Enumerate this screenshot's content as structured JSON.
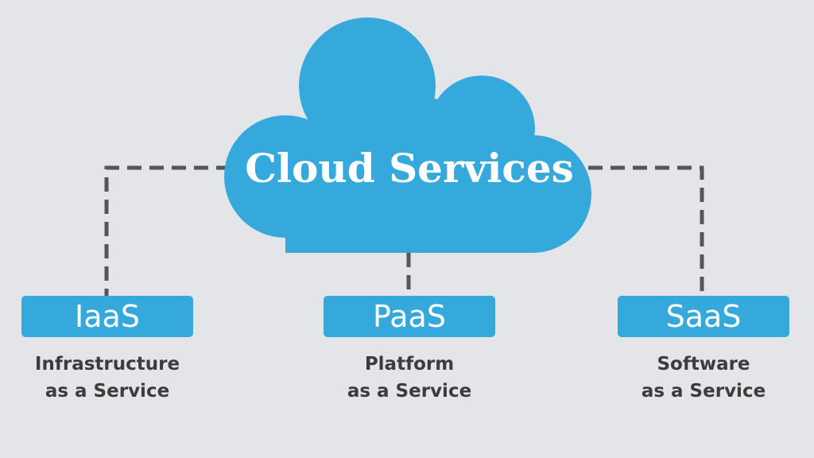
{
  "diagram": {
    "title": "Cloud Services",
    "colors": {
      "background": "#e4e5e9",
      "cloud": "#36a9dc",
      "connector": "#555555",
      "box_text": "#ffffff",
      "description_text": "#3c3c3c"
    },
    "services": [
      {
        "abbr": "IaaS",
        "line1": "Infrastructure",
        "line2": "as a Service"
      },
      {
        "abbr": "PaaS",
        "line1": "Platform",
        "line2": "as a Service"
      },
      {
        "abbr": "SaaS",
        "line1": "Software",
        "line2": "as a Service"
      }
    ]
  }
}
